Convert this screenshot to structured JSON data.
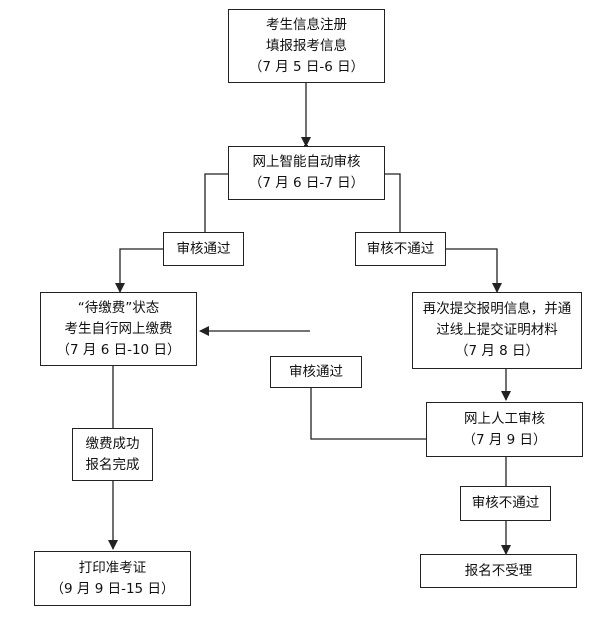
{
  "nodes": {
    "register": {
      "lines": [
        "考生信息注册",
        "填报报考信息",
        "（7 月 5 日-6 日）"
      ]
    },
    "auto_review": {
      "lines": [
        "网上智能自动审核",
        "（7 月 6 日-7 日）"
      ]
    },
    "pass_left": {
      "lines": [
        "审核通过"
      ]
    },
    "fail_right": {
      "lines": [
        "审核不通过"
      ]
    },
    "pending_payment": {
      "lines": [
        "“待缴费”状态",
        "考生自行网上缴费",
        "（7 月 6 日-10 日）"
      ]
    },
    "resubmit": {
      "lines": [
        "再次提交报明信息，并通",
        "过线上提交证明材料",
        "（7 月 8 日）"
      ]
    },
    "pass_middle": {
      "lines": [
        "审核通过"
      ]
    },
    "manual_review": {
      "lines": [
        "网上人工审核",
        "（7 月 9 日）"
      ]
    },
    "payment_done": {
      "lines": [
        "缴费成功",
        "报名完成"
      ]
    },
    "fail_bottom": {
      "lines": [
        "审核不通过"
      ]
    },
    "print_ticket": {
      "lines": [
        "打印准考证",
        "（9 月 9 日-15 日）"
      ]
    },
    "rejected": {
      "lines": [
        "报名不受理"
      ]
    }
  },
  "colors": {
    "line": "#222222",
    "box_border": "#222222",
    "background": "#ffffff"
  }
}
